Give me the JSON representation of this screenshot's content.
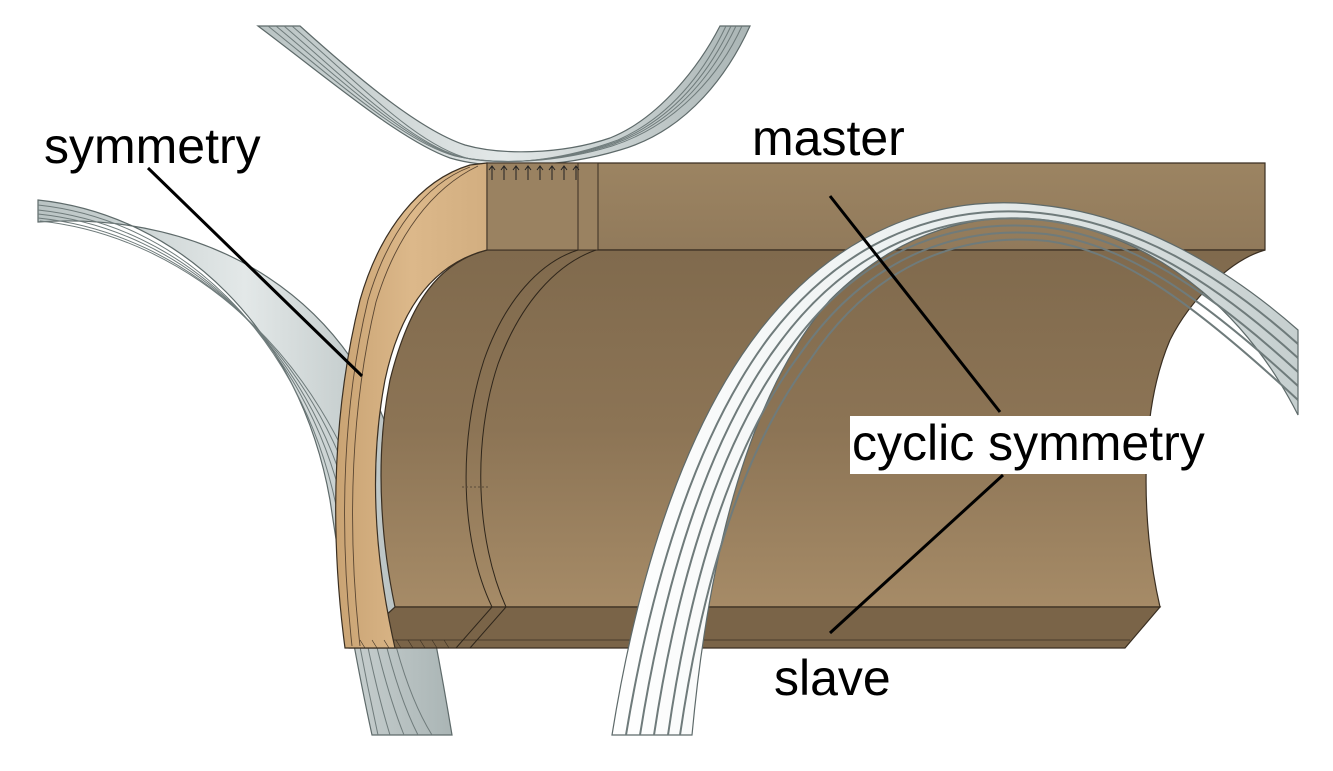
{
  "labels": {
    "symmetry": "symmetry",
    "master": "master",
    "cyclic_symmetry": "cyclic symmetry",
    "slave": "slave"
  },
  "colors": {
    "background": "#ffffff",
    "body_top": "#977f60",
    "body_inner": "#8a7254",
    "body_bottom": "#7d6649",
    "symmetry_face": "#d8b384",
    "strip_light": "#dde3e3",
    "strip_dark": "#6f7b7b",
    "leader_line": "#000000"
  },
  "icons": {
    "contact_arrows": "arrow-up-icon"
  }
}
